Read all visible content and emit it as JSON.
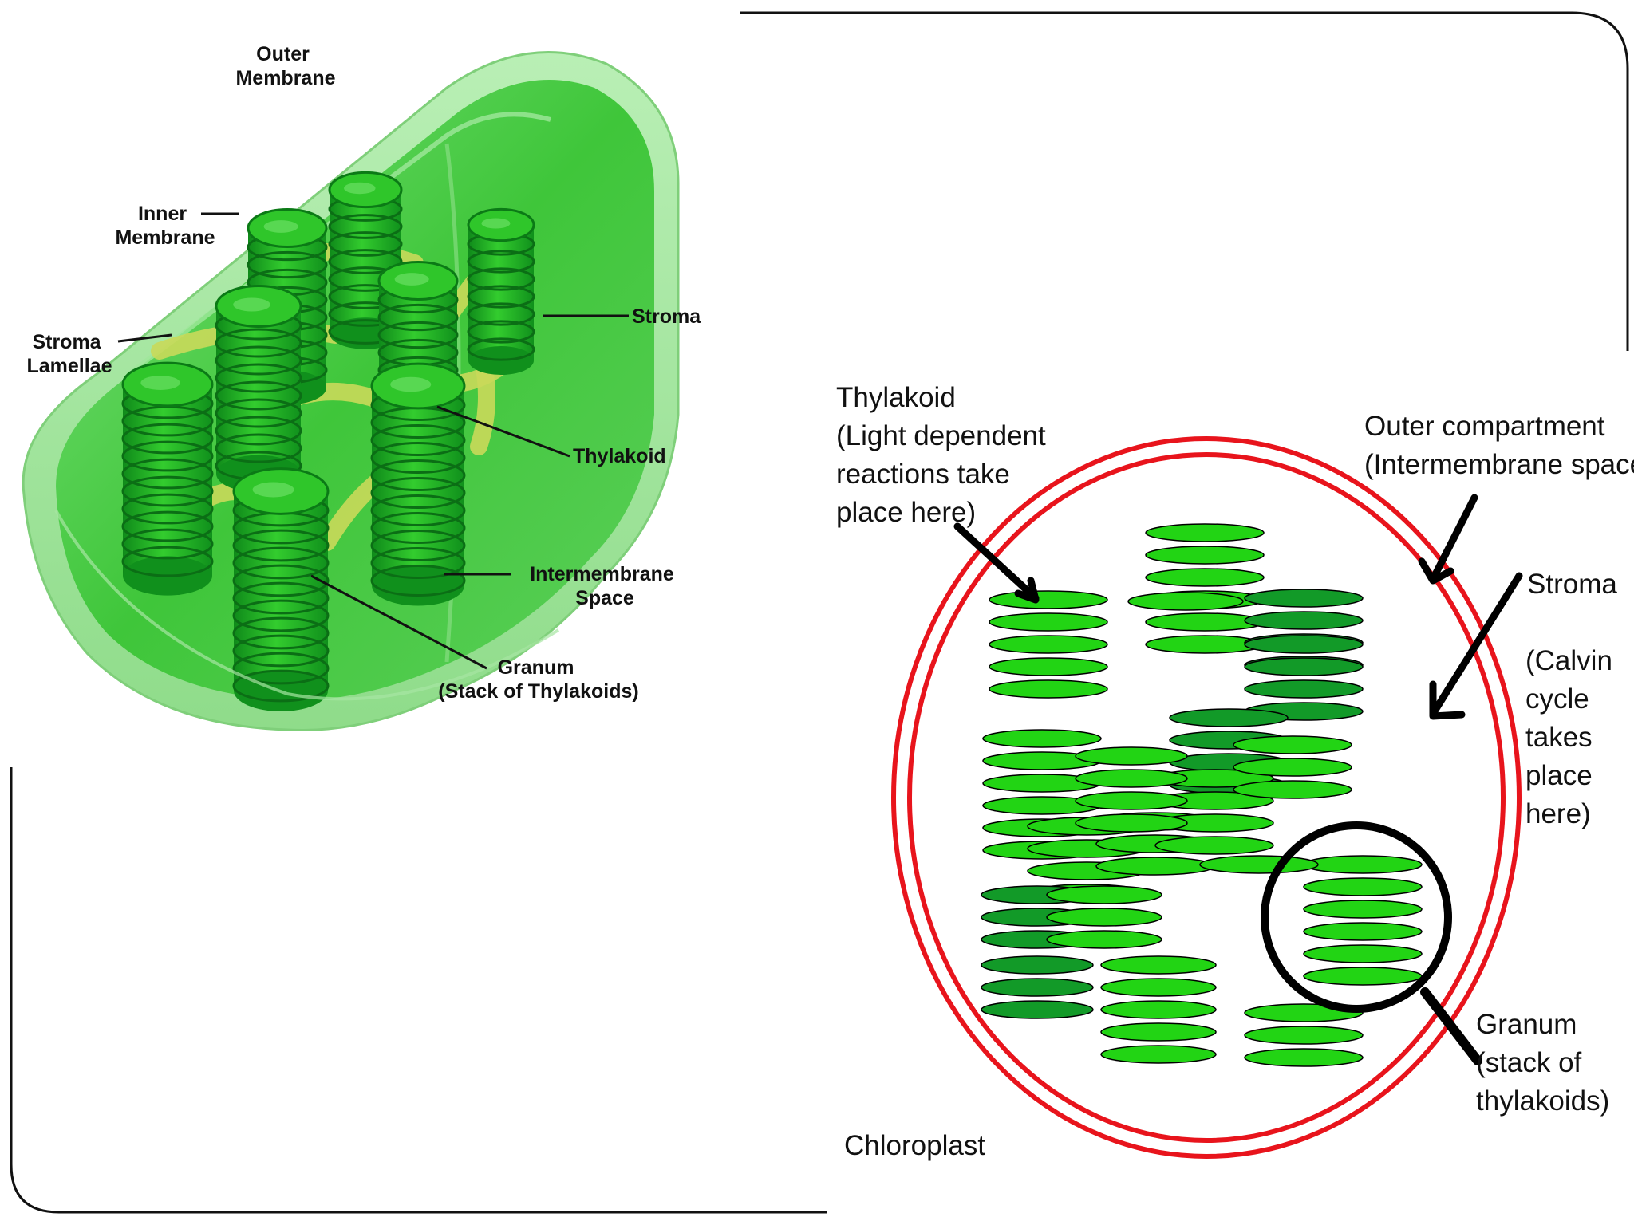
{
  "left_diagram": {
    "labels": {
      "outer_membrane": [
        "Outer",
        "Membrane"
      ],
      "inner_membrane": [
        "Inner",
        "Membrane"
      ],
      "stroma_lamellae": [
        "Stroma",
        "Lamellae"
      ],
      "stroma": "Stroma",
      "thylakoid": "Thylakoid",
      "intermembrane_space": [
        "Intermembrane",
        "Space"
      ],
      "granum": [
        "Granum",
        "(Stack of Thylakoids)"
      ]
    }
  },
  "right_diagram": {
    "labels": {
      "thylakoid": [
        "Thylakoid",
        "(Light dependent",
        "reactions take",
        "place here)"
      ],
      "outer_compartment": [
        "Outer compartment",
        "(Intermembrane space)"
      ],
      "stroma": "Stroma",
      "calvin": [
        "(Calvin",
        "cycle",
        "takes",
        "place",
        "here)"
      ],
      "granum": [
        "Granum",
        "(stack of",
        "thylakoids)"
      ],
      "chloroplast": "Chloroplast"
    }
  },
  "colors": {
    "membrane_red": "#e8141c",
    "thylakoid_light": "#22d414",
    "thylakoid_dark": "#129a28",
    "chloroplast_green": "#3fc63a",
    "lamellae_yellow": "#c9d95a"
  }
}
